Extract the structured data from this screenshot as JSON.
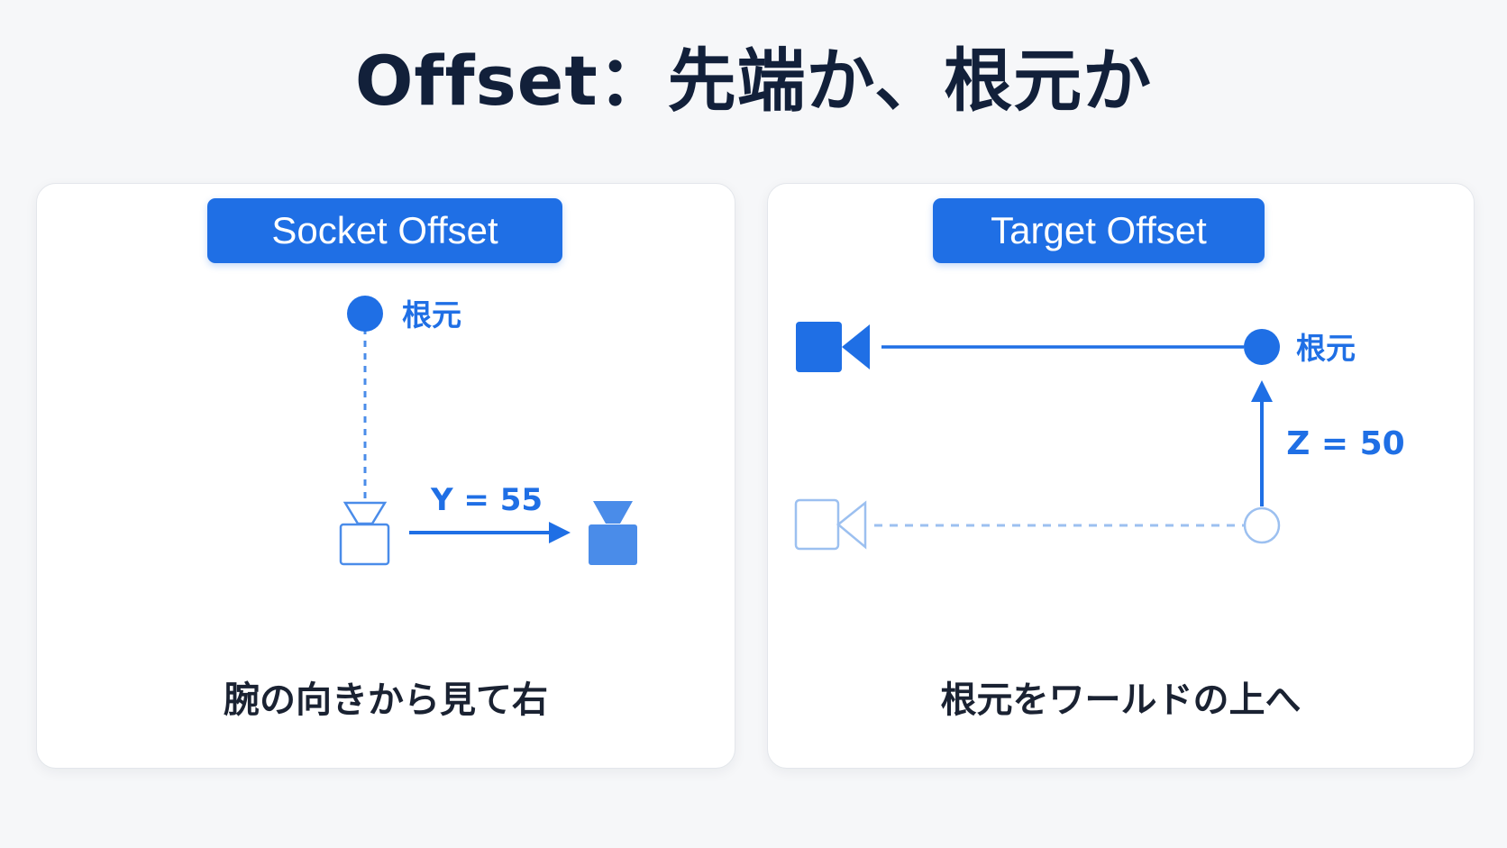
{
  "title": "Offset：先端か、根元か",
  "colors": {
    "accent": "#1f6fe5",
    "accent_light": "#9cc0f0",
    "accent_fill": "#4a8ce9",
    "text_dark": "#12203a",
    "panel_bg": "#ffffff",
    "page_bg": "#f6f7f9"
  },
  "panels": [
    {
      "pill_label": "Socket Offset",
      "root_label": "根元",
      "offset_label": "Y = 55",
      "caption": "腕の向きから見て右",
      "icons": [
        "root-dot-icon",
        "camera-original-icon",
        "camera-offset-icon",
        "arrow-right-icon"
      ]
    },
    {
      "pill_label": "Target Offset",
      "root_label": "根元",
      "offset_label": "Z = 50",
      "caption": "根元をワールドの上へ",
      "icons": [
        "video-camera-icon",
        "video-camera-ghost-icon",
        "root-dot-icon",
        "arrow-up-icon"
      ]
    }
  ]
}
